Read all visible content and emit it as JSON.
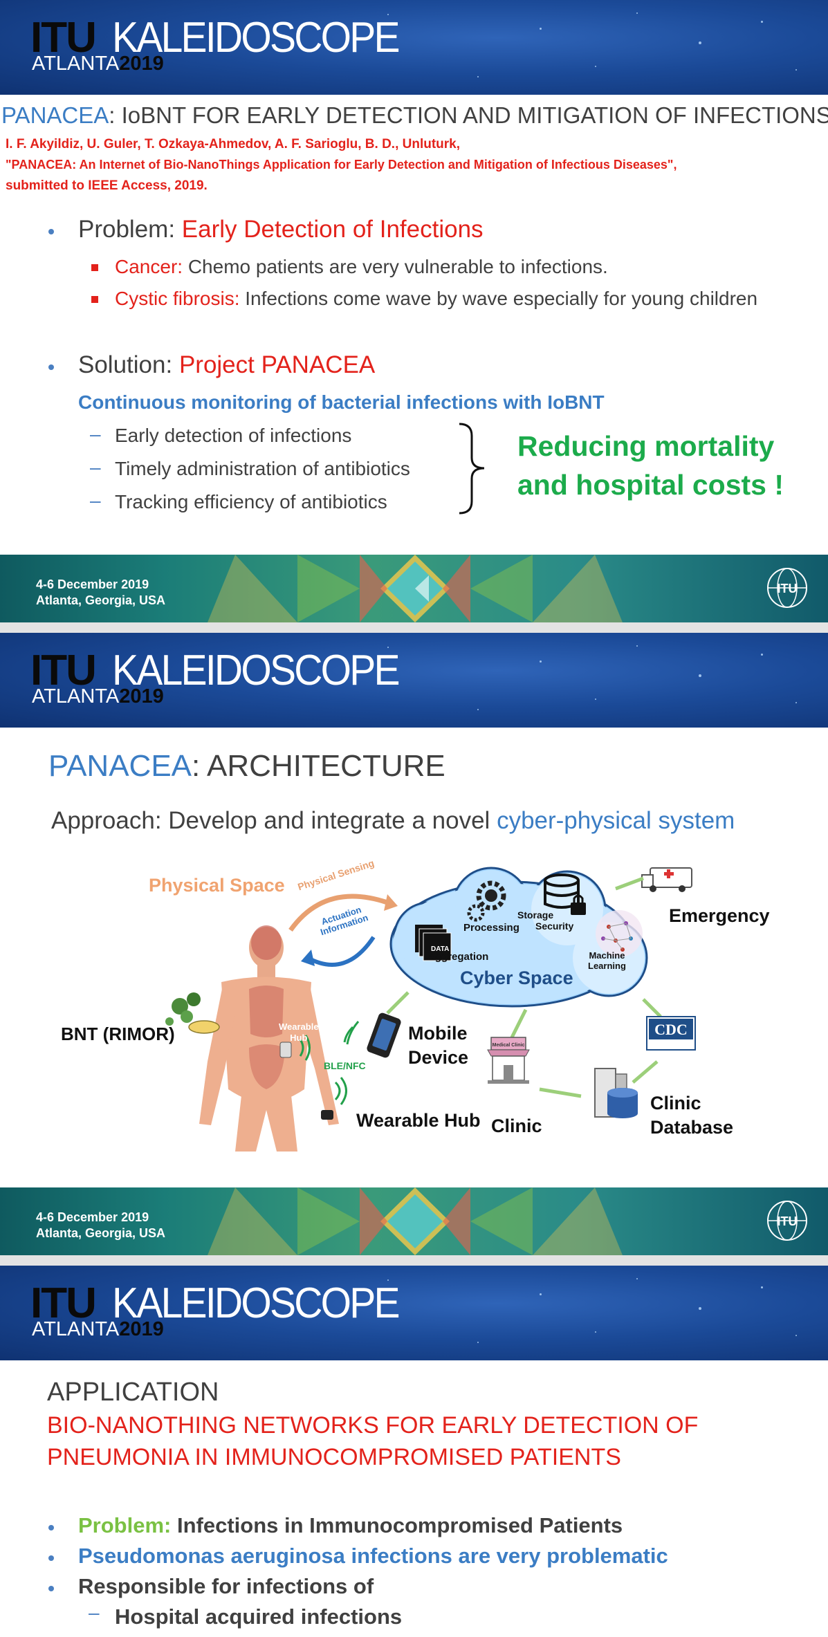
{
  "banner": {
    "itu": "ITU",
    "kaleidoscope": "KALEIDOSCOPE",
    "city": "ATLANTA",
    "year": "2019"
  },
  "footer": {
    "line1": "4-6 December 2019",
    "line2": "Atlanta, Georgia, USA",
    "seal": "ITU"
  },
  "slide1": {
    "title_highlight": "PANACEA",
    "title_rest": ": IoBNT FOR EARLY DETECTION AND MITIGATION OF INFECTIONS",
    "authors": "I. F. Akyildiz,  U. Guler, T. Ozkaya-Ahmedov,  A. F. Sarioglu, B. D., Unluturk,",
    "paper": "\"PANACEA: An Internet of Bio-NanoThings Application for Early Detection and  Mitigation of  Infectious Diseases\",",
    "venue": "submitted to IEEE Access, 2019.",
    "problem_label": "Problem: ",
    "problem_text": "Early Detection of Infections",
    "sub1_label": "Cancer:",
    "sub1_text": " Chemo patients are very vulnerable to infections.",
    "sub2_label": "Cystic fibrosis:",
    "sub2_text": " Infections come wave by wave especially  for young children",
    "solution_label": "Solution: ",
    "solution_text": "Project PANACEA",
    "monitor": "Continuous monitoring of bacterial infections with IoBNT",
    "items": [
      "Early detection of infections",
      "Timely administration of antibiotics",
      "Tracking efficiency of antibiotics"
    ],
    "result_line1": "Reducing mortality",
    "result_line2": "and hospital costs !"
  },
  "slide2": {
    "title_highlight": "PANACEA",
    "title_rest": ": ARCHITECTURE",
    "approach_prefix": "Approach: Develop and integrate a novel ",
    "approach_highlight": "cyber-physical system",
    "diagram": {
      "physical_space": "Physical Space",
      "physical_sensing": "Physical Sensing",
      "actuation_line1": "Actuation",
      "actuation_line2": "Information",
      "processing": "Processing",
      "storage": "Storage",
      "security": "Security",
      "data": "DATA",
      "aggregation": "Aggregation",
      "cyber_space": "Cyber Space",
      "machine": "Machine",
      "learning": "Learning",
      "emergency": "Emergency",
      "bnt": "BNT (RIMOR)",
      "wearable_small_1": "Wearable",
      "wearable_small_2": "Hub",
      "ble": "BLE/NFC",
      "mobile_line1": "Mobile",
      "mobile_line2": "Device",
      "cdc": "CDC",
      "wearable_hub": "Wearable Hub",
      "clinic": "Clinic",
      "clinic_sign": "Medical Clinic",
      "clinic_db_line1": "Clinic",
      "clinic_db_line2": "Database"
    }
  },
  "slide3": {
    "title": "APPLICATION",
    "subtitle_line1": "BIO-NANOTHING NETWORKS FOR EARLY DETECTION OF",
    "subtitle_line2": "PNEUMONIA IN IMMUNOCOMPROMISED PATIENTS",
    "problem_label": "Problem:",
    "problem_text": " Infections in Immunocompromised Patients",
    "pseudo": "Pseudomonas aeruginosa infections are very problematic",
    "responsible": "Responsible for infections of",
    "sub1": "Hospital acquired infections"
  },
  "colors": {
    "accent_blue": "#3b7dc4",
    "accent_red": "#e3221b",
    "accent_green": "#1cab4b",
    "text_dark": "#404040"
  }
}
